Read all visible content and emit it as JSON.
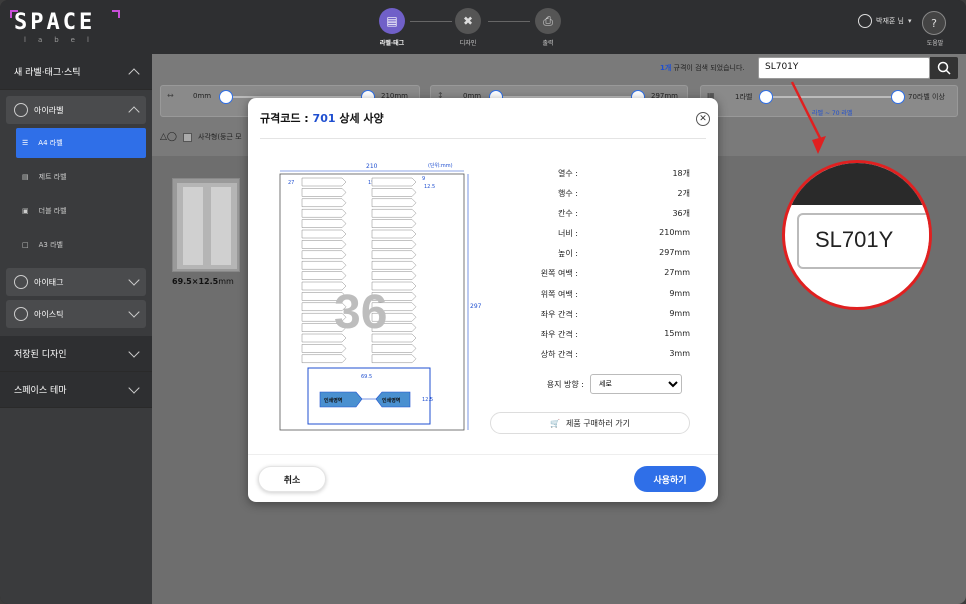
{
  "header": {
    "logo_main": "SPACE",
    "logo_sub": "label",
    "steps": [
      {
        "label": "라벨·태그",
        "icon": "label-tag-icon",
        "active": true
      },
      {
        "label": "디자인",
        "icon": "design-tools-icon",
        "active": false
      },
      {
        "label": "출력",
        "icon": "print-icon",
        "active": false
      }
    ],
    "user_name": "박재훈 님",
    "help_label": "도움말"
  },
  "sidebar": {
    "section_new": "새 라벨·태그·스틱",
    "sub_ilabel": "아이라벨",
    "items": [
      {
        "label": "A4 라벨",
        "icon": "sheet-stack-icon",
        "active": true
      },
      {
        "label": "제트 라벨",
        "icon": "jet-label-icon",
        "active": false
      },
      {
        "label": "더블 라벨",
        "icon": "double-label-icon",
        "active": false
      },
      {
        "label": "A3 라벨",
        "icon": "a3-label-icon",
        "active": false
      }
    ],
    "sub_itag": "아이태그",
    "sub_istick": "아이스틱",
    "section_saved": "저장된 디자인",
    "section_theme": "스페이스 테마"
  },
  "main": {
    "search_count": "1개",
    "search_info_rest": " 규격이 검색 되었습니다.",
    "search_value": "SL701Y",
    "filters": [
      {
        "min": "0mm",
        "max": "210mm"
      },
      {
        "min": "0mm",
        "max": "297mm"
      },
      {
        "min": "1라벨",
        "max": "70라벨 이상"
      }
    ],
    "label_range": "라벨 ~ 70 라벨",
    "checkbox_label": "사각형(둥근 모",
    "thumb_size_bold": "69.5×12.5",
    "thumb_size_unit": "mm",
    "zoom_text": "SL701Y"
  },
  "modal": {
    "title_prefix": "규격코드 : ",
    "title_code": "701",
    "title_suffix": " 상세 사양",
    "sheet_width": "210",
    "sheet_height": "297",
    "unit_note": "(단위:mm)",
    "big_count": "36",
    "dim_label_width": "69.5",
    "dim_label_height": "12.5",
    "dim_left": "27",
    "dim_gap": "15",
    "dim_top": "9",
    "print_area": "인쇄영역",
    "specs": [
      {
        "k": "열수 :",
        "v": "18개"
      },
      {
        "k": "행수 :",
        "v": "2개"
      },
      {
        "k": "칸수 :",
        "v": "36개"
      },
      {
        "k": "너비 :",
        "v": "210mm"
      },
      {
        "k": "높이 :",
        "v": "297mm"
      },
      {
        "k": "왼쪽 여백 :",
        "v": "27mm"
      },
      {
        "k": "위쪽 여백 :",
        "v": "9mm"
      },
      {
        "k": "좌우 간격 :",
        "v": "9mm"
      },
      {
        "k": "좌우 간격 :",
        "v": "15mm"
      },
      {
        "k": "상하 간격 :",
        "v": "3mm"
      }
    ],
    "orientation_label": "용지 방향 :",
    "orientation_value": "세로",
    "buy_label": "제품 구매하러 가기",
    "cancel_label": "취소",
    "use_label": "사용하기"
  },
  "colors": {
    "accent": "#2f6fe8",
    "code_blue": "#1f4fd0",
    "highlight_red": "#e02020",
    "header_bg": "#2e2f31"
  }
}
